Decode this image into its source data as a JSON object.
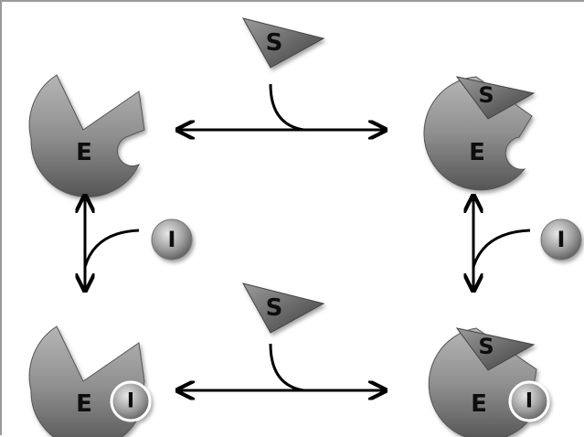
{
  "colors": {
    "enzyme_top": "#a9a9a9",
    "enzyme_bottom": "#5c5c5c",
    "substrate": "#707070",
    "inhibitor": "#8a8a8a",
    "arrow": "#000000",
    "label": "#111111"
  },
  "labels": {
    "enzyme": "E",
    "substrate": "S",
    "inhibitor": "I"
  },
  "nodes": [
    {
      "id": "E",
      "parts": [
        "E"
      ]
    },
    {
      "id": "ES",
      "parts": [
        "E",
        "S"
      ]
    },
    {
      "id": "EI",
      "parts": [
        "E",
        "I"
      ]
    },
    {
      "id": "ESI",
      "parts": [
        "E",
        "S",
        "I"
      ]
    }
  ],
  "edges": [
    {
      "from": "E",
      "to": "ES",
      "binds": "S",
      "bidirectional": true
    },
    {
      "from": "EI",
      "to": "ESI",
      "binds": "S",
      "bidirectional": true
    },
    {
      "from": "E",
      "to": "EI",
      "binds": "I",
      "bidirectional": true
    },
    {
      "from": "ES",
      "to": "ESI",
      "binds": "I",
      "bidirectional": true
    }
  ]
}
